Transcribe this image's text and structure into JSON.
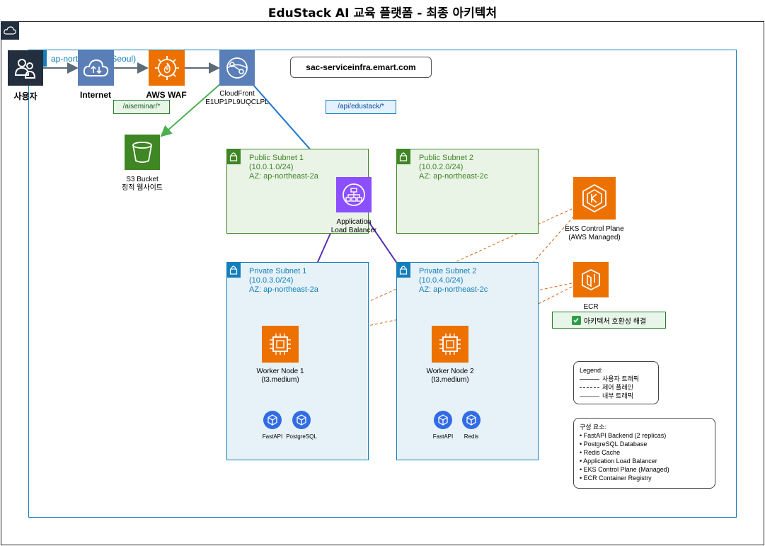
{
  "title": "EduStack AI 교육 플랫폼 - 최종 아키텍처",
  "region_label": "ap-northeast-2 (Seoul)",
  "domain": "sac-serviceinfra.emart.com",
  "nodes": {
    "user": "사용자",
    "internet": "Internet",
    "waf": "AWS WAF",
    "cloudfront": [
      "CloudFront",
      "E1UP1PL9UQCLPL"
    ],
    "s3": [
      "S3 Bucket",
      "정적 웹사이트"
    ],
    "alb": [
      "Application",
      "Load Balancer"
    ],
    "eks": [
      "EKS Control Plane",
      "(AWS Managed)"
    ],
    "ecr": "ECR",
    "worker1": [
      "Worker Node 1",
      "(t3.medium)"
    ],
    "worker2": [
      "Worker Node 2",
      "(t3.medium)"
    ]
  },
  "paths": {
    "aiseminar": "/aiseminar/*",
    "api": "/api/edustack/*"
  },
  "subnets": {
    "public1": [
      "Public Subnet 1",
      "(10.0.1.0/24)",
      "AZ: ap-northeast-2a"
    ],
    "public2": [
      "Public Subnet 2",
      "(10.0.2.0/24)",
      "AZ: ap-northeast-2c"
    ],
    "private1": [
      "Private Subnet 1",
      "(10.0.3.0/24)",
      "AZ: ap-northeast-2a"
    ],
    "private2": [
      "Private Subnet 2",
      "(10.0.4.0/24)",
      "AZ: ap-northeast-2c"
    ]
  },
  "pods": {
    "node1": [
      "FastAPI",
      "PostgreSQL"
    ],
    "node2": [
      "FastAPI",
      "Redis"
    ]
  },
  "status_badge": "아키텍처 호환성 해결",
  "legend": {
    "title": "Legend:",
    "items": [
      "사용자 트래픽",
      "제어 플레인",
      "내부 트래픽"
    ]
  },
  "components": {
    "title": "구성 요소:",
    "items": [
      "• FastAPI Backend (2 replicas)",
      "• PostgreSQL Database",
      "• Redis Cache",
      "• Application Load Balancer",
      "• EKS Control Plane (Managed)",
      "• ECR Container Registry"
    ]
  },
  "colors": {
    "aws_dark": "#232f3e",
    "region_blue": "#147eba",
    "waf_orange": "#dd3522",
    "compute_orange": "#ed7100",
    "alb_purple": "#8c4fff",
    "s3_green": "#3f8624",
    "network_purple": "#5a30b5",
    "user_arrow": "#1f77d0",
    "s3_arrow": "#4caf50",
    "control_dashed": "#d2691e"
  },
  "icons": {
    "cloud": "aws-cloud-icon",
    "region": "region-flag-icon",
    "user": "users-icon",
    "internet": "internet-cloud-icon",
    "waf": "waf-firewall-icon",
    "cloudfront": "cloudfront-icon",
    "s3": "s3-bucket-icon",
    "alb": "load-balancer-icon",
    "eks": "eks-icon",
    "ecr": "ecr-icon",
    "ec2": "ec2-instance-icon",
    "pod": "kubernetes-pod-icon",
    "lock": "lock-icon",
    "check": "check-icon"
  }
}
